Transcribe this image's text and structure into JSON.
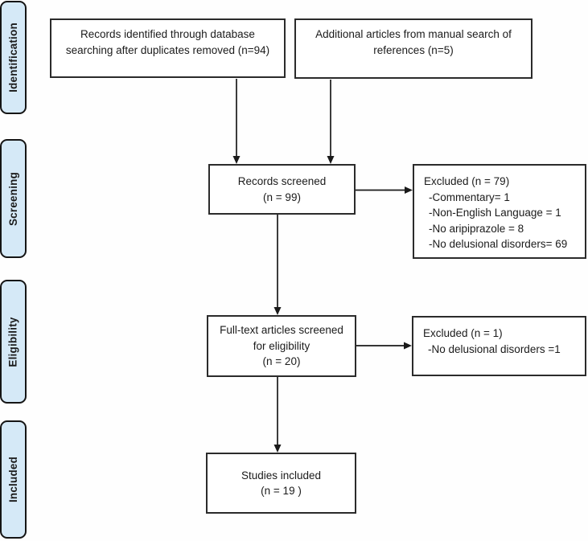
{
  "stages": [
    {
      "label": "Identification"
    },
    {
      "label": "Screening"
    },
    {
      "label": "Eligibility"
    },
    {
      "label": "Included"
    }
  ],
  "boxes": {
    "records_identified": {
      "lines": [
        "Records identified through database",
        "searching after duplicates removed (n=94)"
      ]
    },
    "additional_articles": {
      "lines": [
        "Additional articles from manual search of",
        "references (n=5)"
      ]
    },
    "records_screened": {
      "lines": [
        "Records screened",
        "(n = 99)"
      ]
    },
    "excluded_screening": {
      "title": "Excluded (n = 79)",
      "items": [
        "-Commentary= 1",
        "-Non-English Language = 1",
        "-No aripiprazole = 8",
        "-No delusional disorders= 69"
      ]
    },
    "fulltext_screened": {
      "lines": [
        "Full-text articles screened",
        "for eligibility",
        "(n = 20)"
      ]
    },
    "excluded_eligibility": {
      "title": "Excluded (n = 1)",
      "items": [
        "-No delusional disorders =1"
      ]
    },
    "studies_included": {
      "lines": [
        "Studies included",
        "(n = 19 )"
      ]
    }
  },
  "colors": {
    "stage_fill": "#d5e9f7",
    "stage_border": "#151515",
    "box_border": "#2b2b2b",
    "text_color": "#1b1b1b",
    "arrow_color": "#1a1a1a",
    "canvas_bg": "#fefefe"
  }
}
